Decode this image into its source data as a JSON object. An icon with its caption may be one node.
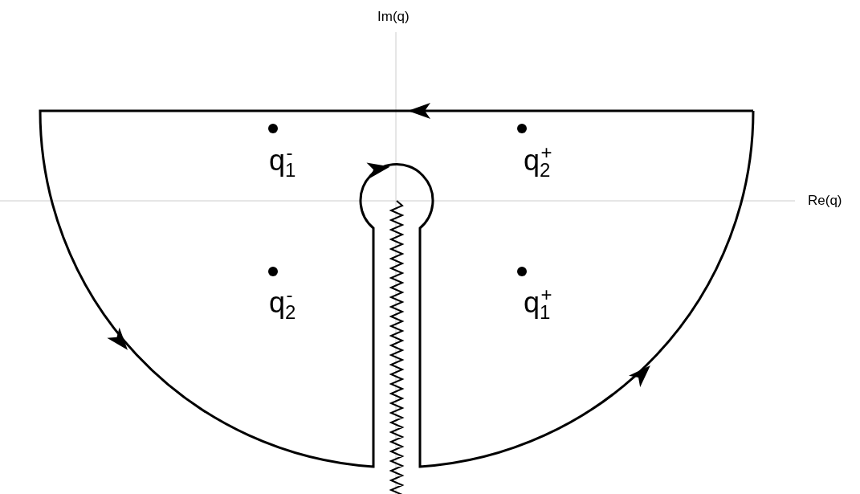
{
  "diagram": {
    "labels": [
      "Im(q)",
      "q$_{1}$$^{-}$",
      "q$_{2}$$^{+}$",
      "Re(q)",
      "q$_{2}$$^{-}$",
      "q$_{1}$$^{+}$"
    ]
  }
}
